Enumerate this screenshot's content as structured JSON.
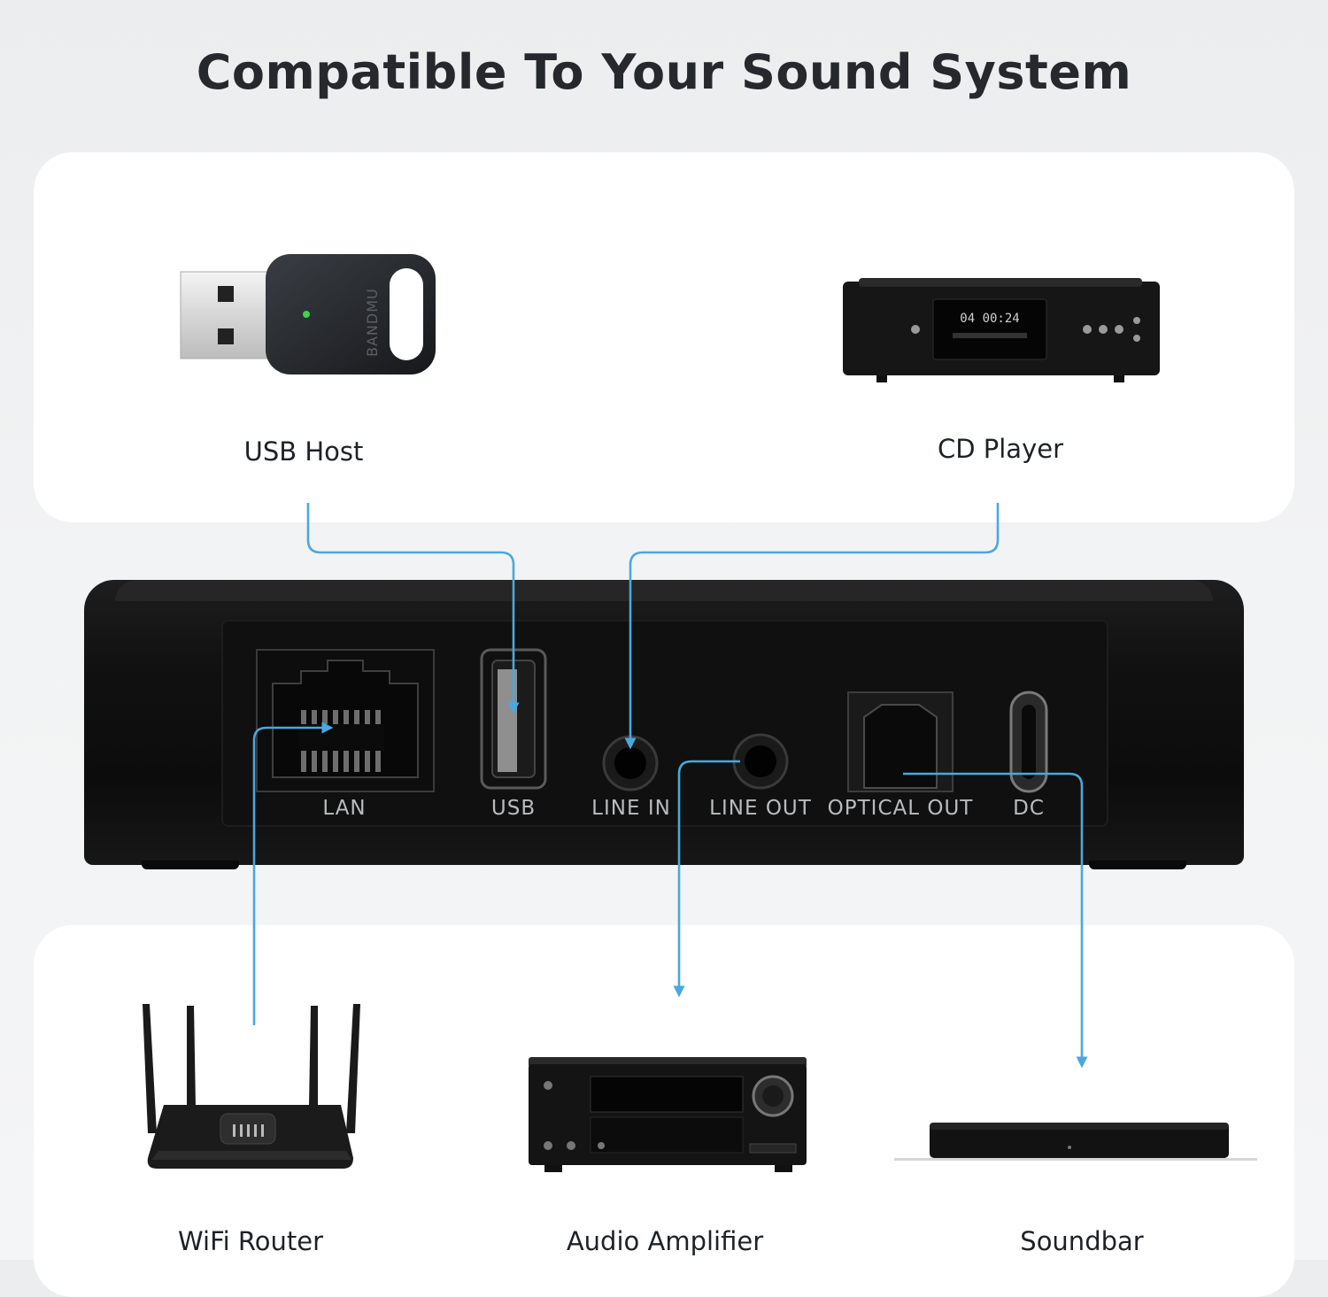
{
  "title": "Compatible To Your Sound System",
  "sources": {
    "usb_host": "USB Host",
    "cd_player": "CD Player"
  },
  "ports": {
    "lan": "LAN",
    "usb": "USB",
    "line_in": "LINE IN",
    "line_out": "LINE OUT",
    "optical_out": "OPTICAL OUT",
    "dc": "DC"
  },
  "outputs": {
    "wifi_router": "WiFi Router",
    "audio_amplifier": "Audio Amplifier",
    "soundbar": "Soundbar"
  },
  "usb_dongle_brand": "BANDMU",
  "cd_display": "04 00:24",
  "colors": {
    "connector_line": "#4aa8de",
    "device_body": "#141414",
    "title_text": "#25292e"
  }
}
